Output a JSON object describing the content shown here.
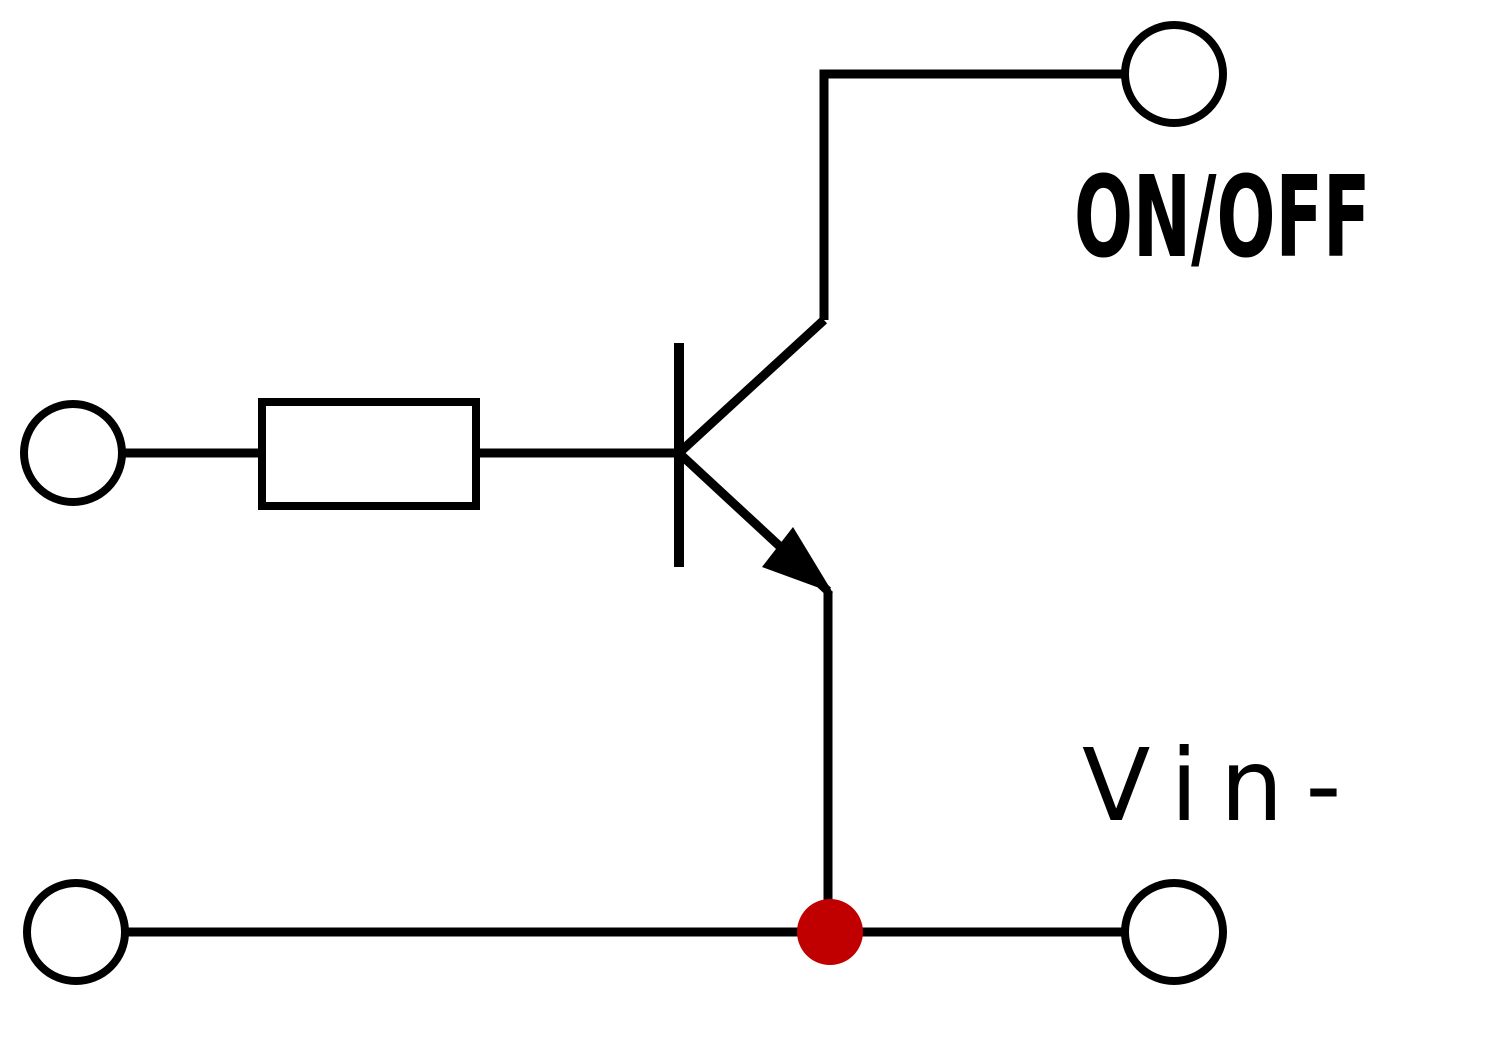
{
  "labels": {
    "on_off": "ON/OFF",
    "vin_minus": "Vin-"
  },
  "colors": {
    "wire": "#000000",
    "junction": "#c00000",
    "background": "#ffffff"
  },
  "components": {
    "transistor": "npn-transistor",
    "resistor": "resistor",
    "terminals": [
      "input-terminal",
      "on-off-terminal",
      "ground-left-terminal",
      "vin-minus-terminal"
    ],
    "junction": "junction-dot"
  }
}
